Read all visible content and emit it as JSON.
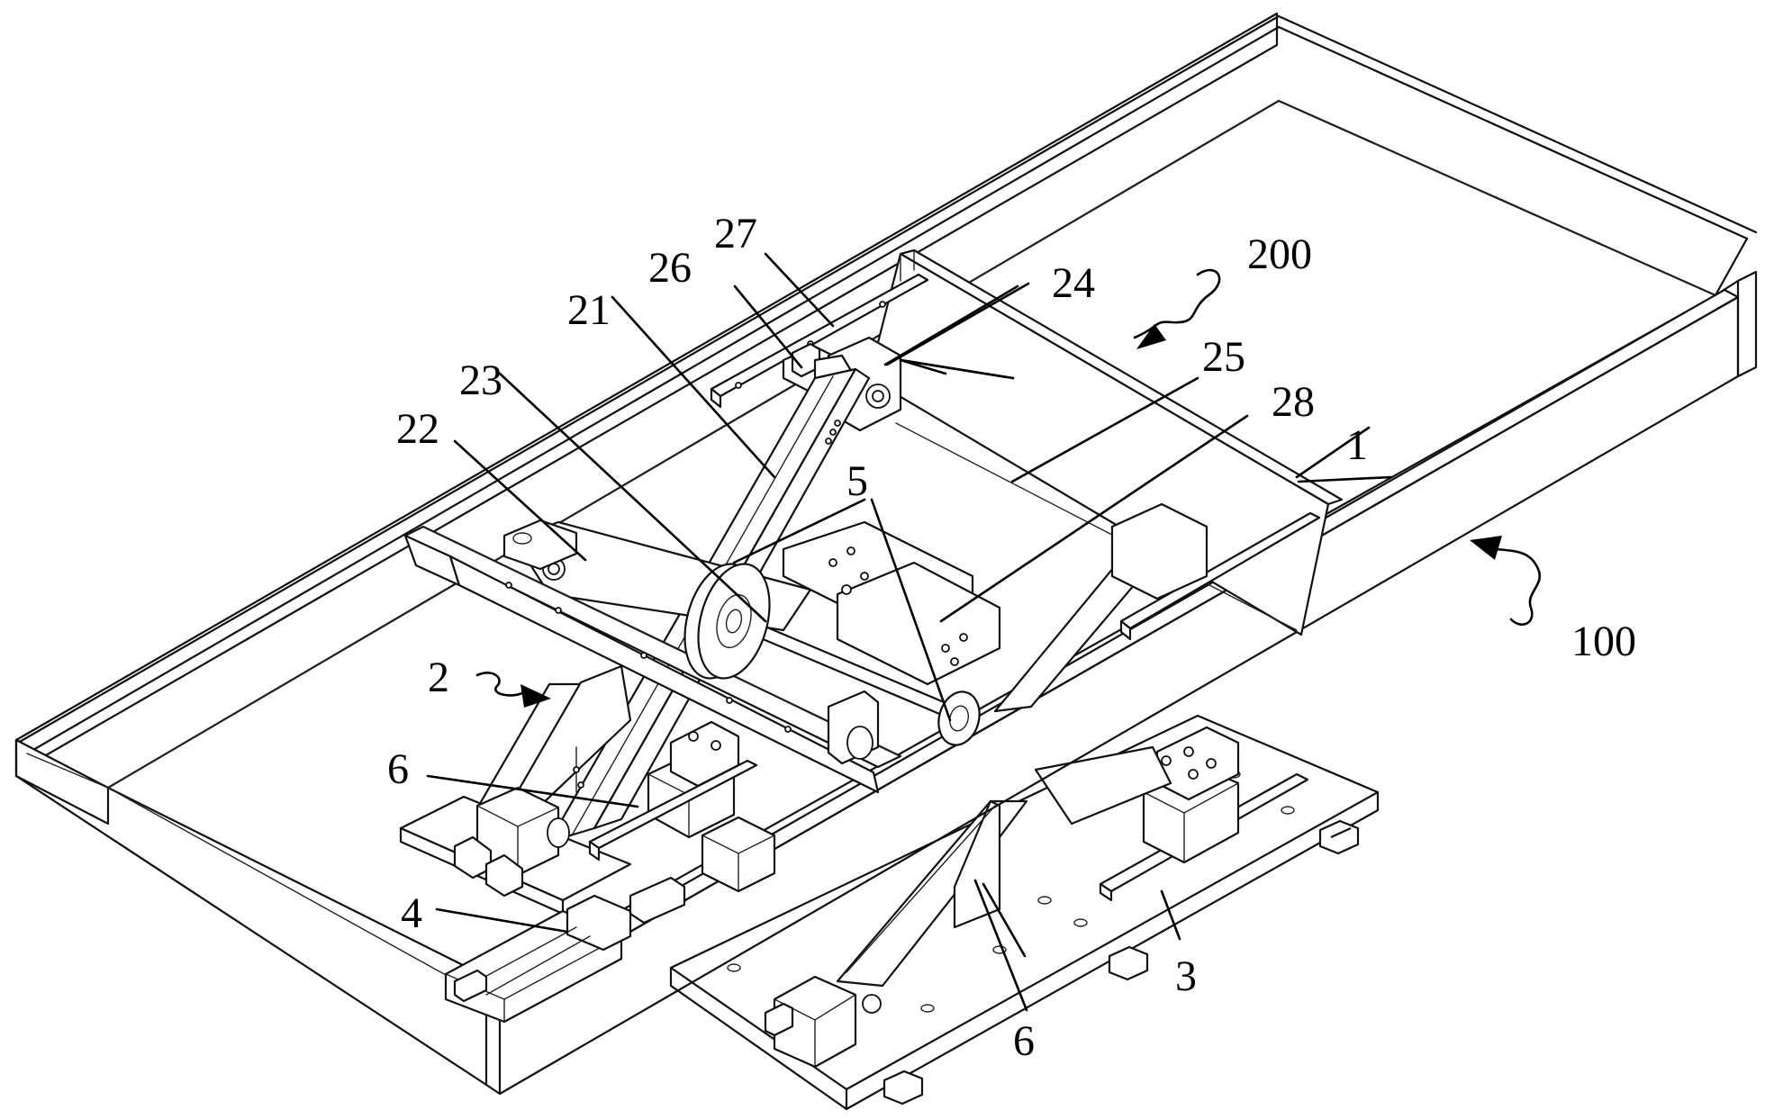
{
  "callouts": {
    "c1": "1",
    "c2": "2",
    "c3": "3",
    "c4": "4",
    "c5": "5",
    "c6a": "6",
    "c6b": "6",
    "c21": "21",
    "c22": "22",
    "c23": "23",
    "c24": "24",
    "c25": "25",
    "c26": "26",
    "c27": "27",
    "c28": "28",
    "c100": "100",
    "c200": "200"
  }
}
